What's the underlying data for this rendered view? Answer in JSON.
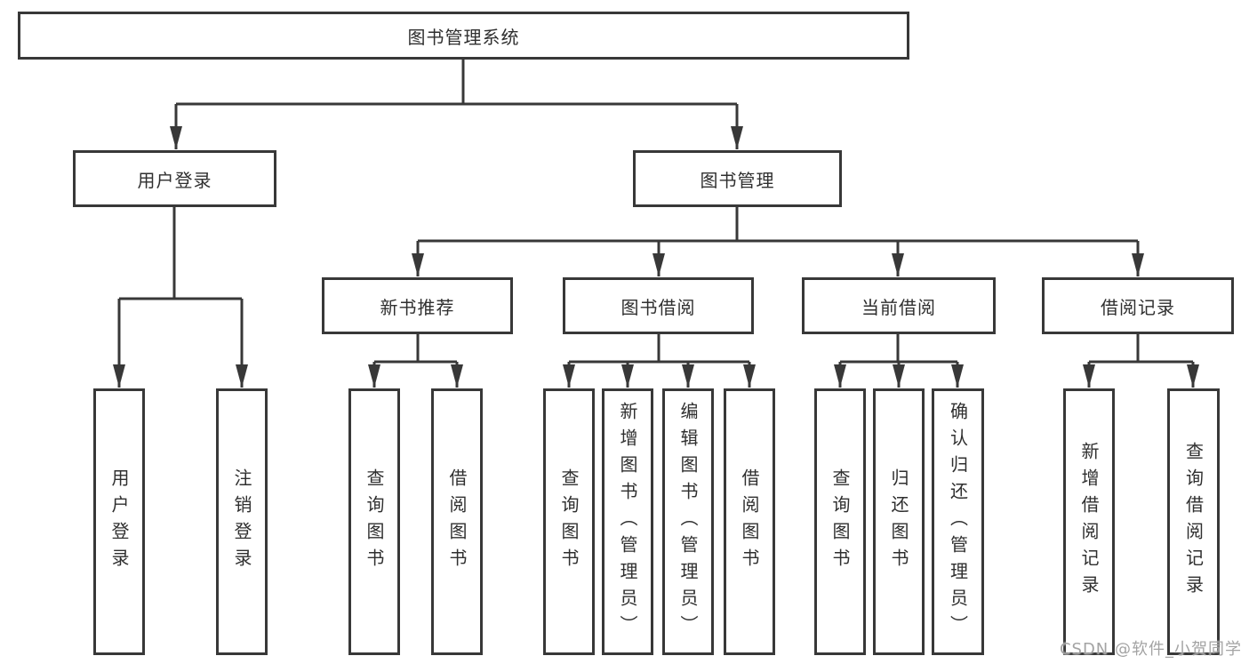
{
  "tree": {
    "root": "图书管理系统",
    "branches": [
      {
        "label": "用户登录",
        "children": [
          "用户登录",
          "注销登录"
        ]
      },
      {
        "label": "图书管理",
        "groups": [
          {
            "label": "新书推荐",
            "children": [
              "查询图书",
              "借阅图书"
            ]
          },
          {
            "label": "图书借阅",
            "children": [
              "查询图书",
              "新增图书（管理员）",
              "编辑图书（管理员）",
              "借阅图书"
            ]
          },
          {
            "label": "当前借阅",
            "children": [
              "查询图书",
              "归还图书",
              "确认归还（管理员）"
            ]
          },
          {
            "label": "借阅记录",
            "children": [
              "新增借阅记录",
              "查询借阅记录"
            ]
          }
        ]
      }
    ]
  },
  "watermark": {
    "text": "CSDN @软件_小贺同学"
  },
  "colors": {
    "line": "#383838",
    "box_border": "#383838",
    "text": "#2f2f2f",
    "watermark": "#9e9e9e",
    "background": "#ffffff"
  }
}
